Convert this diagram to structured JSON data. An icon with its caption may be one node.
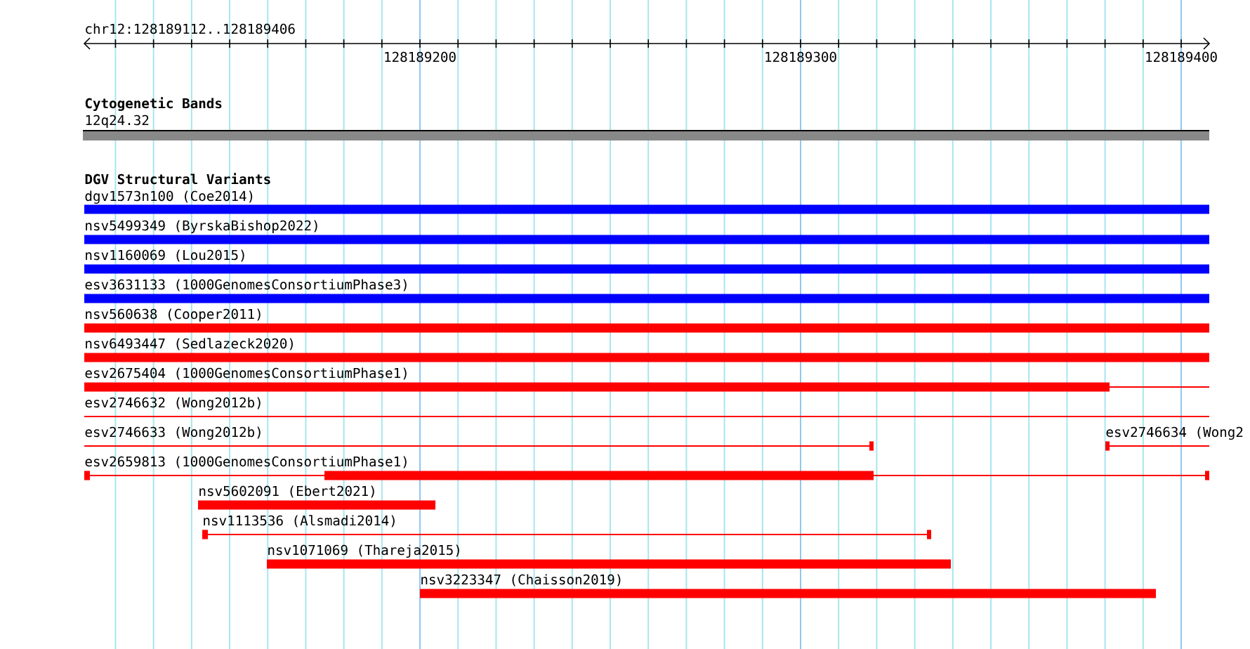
{
  "diagram": {
    "title": "chr12:128189112..128189406",
    "nodes": [
      {
        "text": [
          "12q24.32"
        ]
      },
      {
        "text": [
          "dgv1573n100 (Coe2014)"
        ]
      },
      {
        "text": [
          "nsv5499349 (ByrskaBishop2022)"
        ]
      },
      {
        "text": [
          "nsv1160069 (Lou2015)"
        ]
      },
      {
        "text": [
          "esv3631133 (1000GenomesConsortiumPhase3)"
        ]
      },
      {
        "text": [
          "nsv560638 (Cooper2011)"
        ]
      },
      {
        "text": [
          "nsv6493447 (Sedlazeck2020)"
        ]
      },
      {
        "text": [
          "esv2675404 (1000GenomesConsortiumPhase1)"
        ]
      },
      {
        "text": [
          "esv2746632 (Wong2012b)"
        ]
      },
      {
        "text": [
          "esv2746633 (Wong2012b)"
        ]
      },
      {
        "text": [
          "esv2746634 (Wong2"
        ]
      },
      {
        "text": [
          "esv2659813 (1000GenomesConsortiumPhase1)"
        ]
      },
      {
        "text": [
          "nsv5602091 (Ebert2021)"
        ]
      },
      {
        "text": [
          "nsv1113536 (Alsmadi2014)"
        ]
      },
      {
        "text": [
          "nsv1071069 (Thareja2015)"
        ]
      },
      {
        "text": [
          "nsv3223347 (Chaisson2019)"
        ]
      }
    ],
    "labels": [
      "128189200",
      "128189300",
      "128189400",
      "Cytogenetic Bands",
      "DGV Structural Variants"
    ]
  }
}
